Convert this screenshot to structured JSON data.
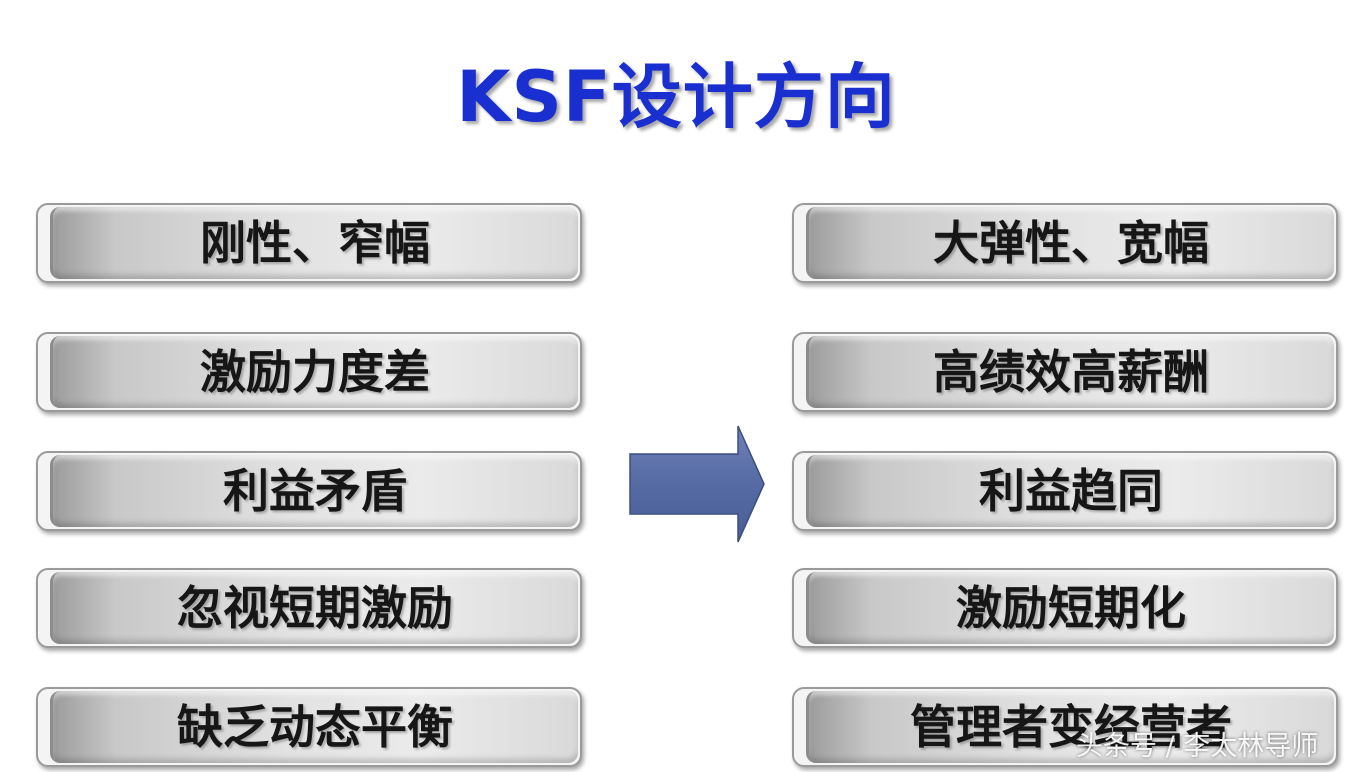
{
  "title": "KSF设计方向",
  "left_items": [
    "刚性、窄幅",
    "激励力度差",
    "利益矛盾",
    "忽视短期激励",
    "缺乏动态平衡"
  ],
  "right_items": [
    "大弹性、宽幅",
    "高绩效高薪酬",
    "利益趋同",
    "激励短期化",
    "管理者变经营者"
  ],
  "watermark": "头条号 / 李太林导师",
  "colors": {
    "title": "#1a2fd0",
    "arrow": "#5b6fa8",
    "box_text": "#161616"
  },
  "icons": {
    "arrow": "right-arrow-icon"
  }
}
